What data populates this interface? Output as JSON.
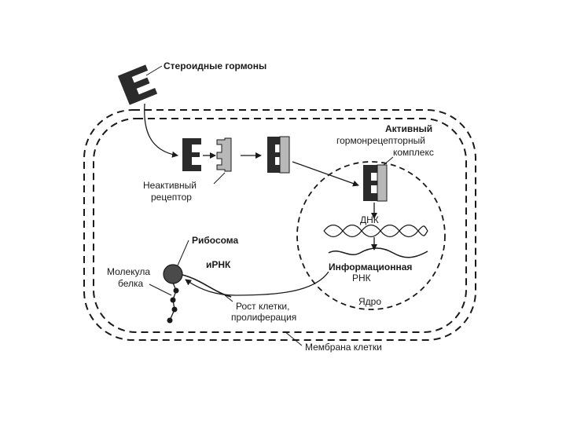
{
  "labels": {
    "steroid_hormones": "Стероидные гормоны",
    "inactive_line1": "Неактивный",
    "inactive_line2": "рецептор",
    "active_line1": "Активный",
    "active_line2": "гормонрецепторный",
    "active_line3": "комплекс",
    "dna": "ДНК",
    "info_rna_line1": "Информационная",
    "info_rna_line2": "РНК",
    "nucleus": "Ядро",
    "ribosome": "Рибосома",
    "mrna": "иРНК",
    "protein_line1": "Молекула",
    "protein_line2": "белка",
    "growth_line1": "Рост клетки,",
    "growth_line2": "пролиферация",
    "membrane": "Мембрана клетки"
  },
  "colors": {
    "ink": "#1a1a1a",
    "hormone": "#2b2b2b",
    "receptor": "#b8b8b8",
    "background": "#ffffff"
  }
}
